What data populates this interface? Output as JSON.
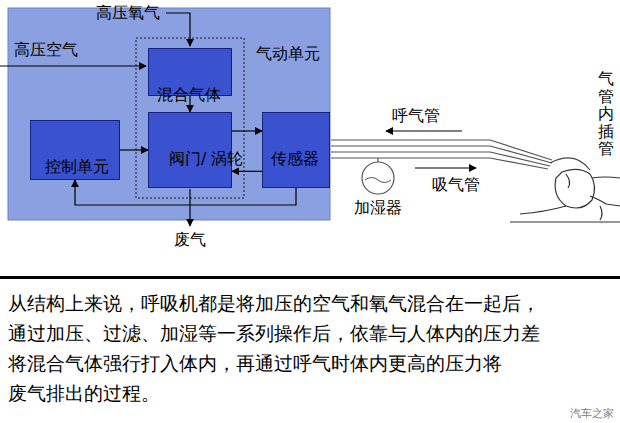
{
  "diagram": {
    "caption": "从结构上来说，呼吸机都是将加压的空气和氧气混合在一起后， 通过加压、过滤、加湿等一系列操作后，依靠与人体内的压力差 将混合气体强行打入体内，再通过呼气时体内更高的压力将 废气排出的过程。",
    "nodes": [
      {
        "text": [
          "气动单元"
        ]
      },
      {
        "text": [
          "混合气体"
        ],
        "in": 0
      },
      {
        "text": [
          "控制单元"
        ],
        "in": 0
      },
      {
        "text": [
          "阀门/ 涡轮"
        ],
        "in": 0
      },
      {
        "text": [
          "传感器"
        ],
        "in": 0
      },
      {
        "text": [
          "加湿器"
        ]
      }
    ],
    "edges": [
      {
        "from": 1,
        "to": 3,
        "arrow": "to"
      },
      {
        "from": 2,
        "to": 3,
        "arrow": "to"
      },
      {
        "from": 3,
        "to": 4,
        "arrow": "to"
      },
      {
        "from": 4,
        "to": 3,
        "arrow": "to"
      },
      {
        "from": 4,
        "to": 2,
        "arrow": "to"
      }
    ],
    "labels": [
      "高压氧气",
      "高压空气",
      "废气",
      "呼气管",
      "吸气管",
      "气管内插管",
      "汽车之家"
    ]
  }
}
